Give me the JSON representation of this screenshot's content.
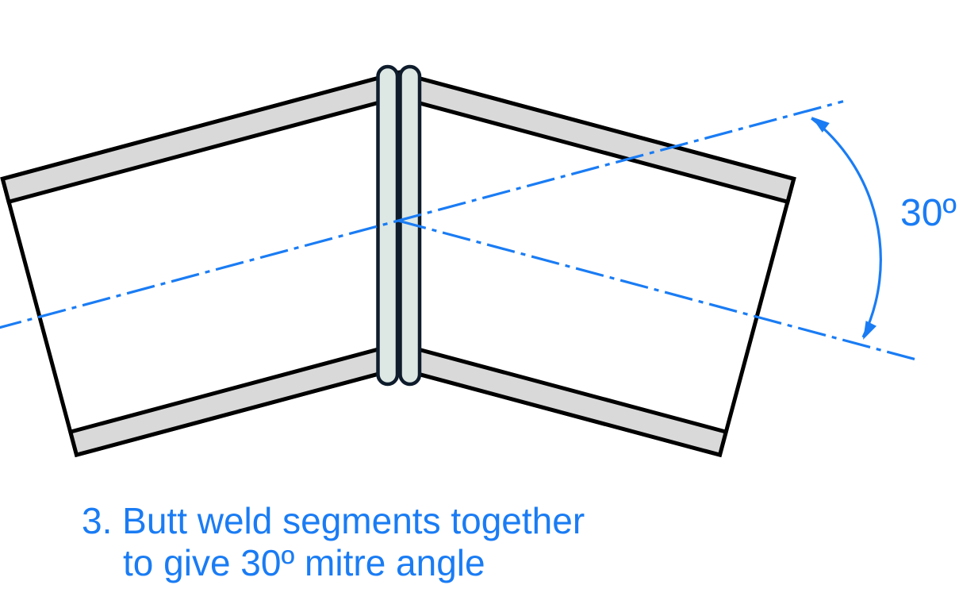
{
  "diagram": {
    "angle_label": "30º",
    "mitre_angle_degrees": 30,
    "caption": {
      "line1": "3. Butt weld segments together",
      "line2": "to give 30º mitre angle"
    },
    "colors": {
      "accent_blue": "#1a7cf4",
      "pipe_wall_gray": "#d9d9d9",
      "pipe_outline": "#000000",
      "weld_flange_fill": "#dde8e4",
      "weld_flange_outline": "#0e1c2c",
      "background": "#ffffff"
    }
  }
}
